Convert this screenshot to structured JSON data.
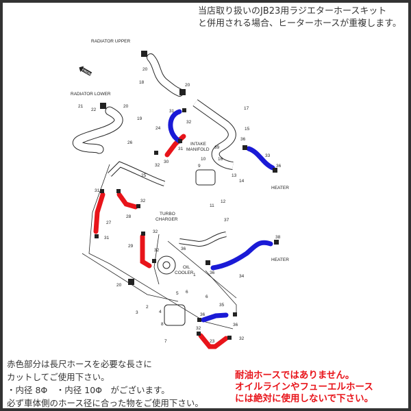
{
  "notes": {
    "top": [
      "当店取り扱いのJB23用ラジエターホースキット",
      "と併用される場合、ヒーターホースが重複します。"
    ],
    "bottom_left": [
      "赤色部分は長尺ホースを必要な長さに",
      "カットしてご使用下さい。",
      "・内径 8Φ　・内径 10Φ　がございます。",
      "必ず車体側のホース径に合った物をご使用下さい。"
    ],
    "bottom_right": [
      "耐油ホースではありません。",
      "オイルラインやフューエルホース",
      "には絶対に使用しないで下さい。"
    ]
  },
  "colors": {
    "red_hose": "#e8141a",
    "blue_hose": "#1a1ad6",
    "warning_text": "#e8141a"
  },
  "diagram": {
    "labels": [
      "RADIATOR UPPER",
      "RADIATOR LOWER",
      "INTAKE",
      "MANIFOLD",
      "TURBO",
      "CHARGER",
      "OIL",
      "COOLER",
      "HEATER",
      "HEATER",
      "FRONT"
    ],
    "part_numbers": [
      "20",
      "18",
      "20",
      "21",
      "22",
      "20",
      "19",
      "31",
      "24",
      "32",
      "31",
      "30",
      "17",
      "15",
      "36",
      "33",
      "36",
      "39",
      "16",
      "10",
      "9",
      "13",
      "14",
      "11",
      "12",
      "26",
      "32",
      "25",
      "31",
      "32",
      "28",
      "27",
      "31",
      "32",
      "29",
      "32",
      "37",
      "36",
      "34",
      "36",
      "38",
      "20",
      "2",
      "3",
      "4",
      "5",
      "6",
      "6",
      "1",
      "36",
      "35",
      "36",
      "32",
      "23",
      "32",
      "8",
      "7"
    ]
  }
}
